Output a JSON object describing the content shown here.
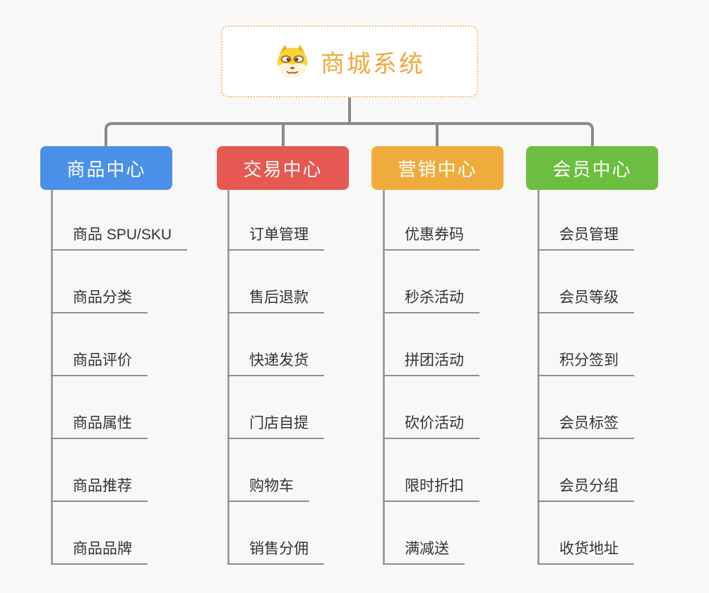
{
  "page": {
    "background_color": "#F8F8F8",
    "connector_color": "#8A8A8A",
    "leaf_underline_color": "#8F8F8F",
    "leaf_text_color": "#333333"
  },
  "root": {
    "label": "商城系统",
    "icon": "doge-icon",
    "text_color": "#EFA93E",
    "border_color": "#F2C173",
    "background_color": "#FFFFFF"
  },
  "branches": [
    {
      "label": "商品中心",
      "color": "#4A90E8",
      "children": [
        "商品 SPU/SKU",
        "商品分类",
        "商品评价",
        "商品属性",
        "商品推荐",
        "商品品牌"
      ]
    },
    {
      "label": "交易中心",
      "color": "#E65852",
      "children": [
        "订单管理",
        "售后退款",
        "快递发货",
        "门店自提",
        "购物车",
        "销售分佣"
      ]
    },
    {
      "label": "营销中心",
      "color": "#EFAC3D",
      "children": [
        "优惠券码",
        "秒杀活动",
        "拼团活动",
        "砍价活动",
        "限时折扣",
        "满减送"
      ]
    },
    {
      "label": "会员中心",
      "color": "#6CBE40",
      "children": [
        "会员管理",
        "会员等级",
        "积分签到",
        "会员标签",
        "会员分组",
        "收货地址"
      ]
    }
  ]
}
